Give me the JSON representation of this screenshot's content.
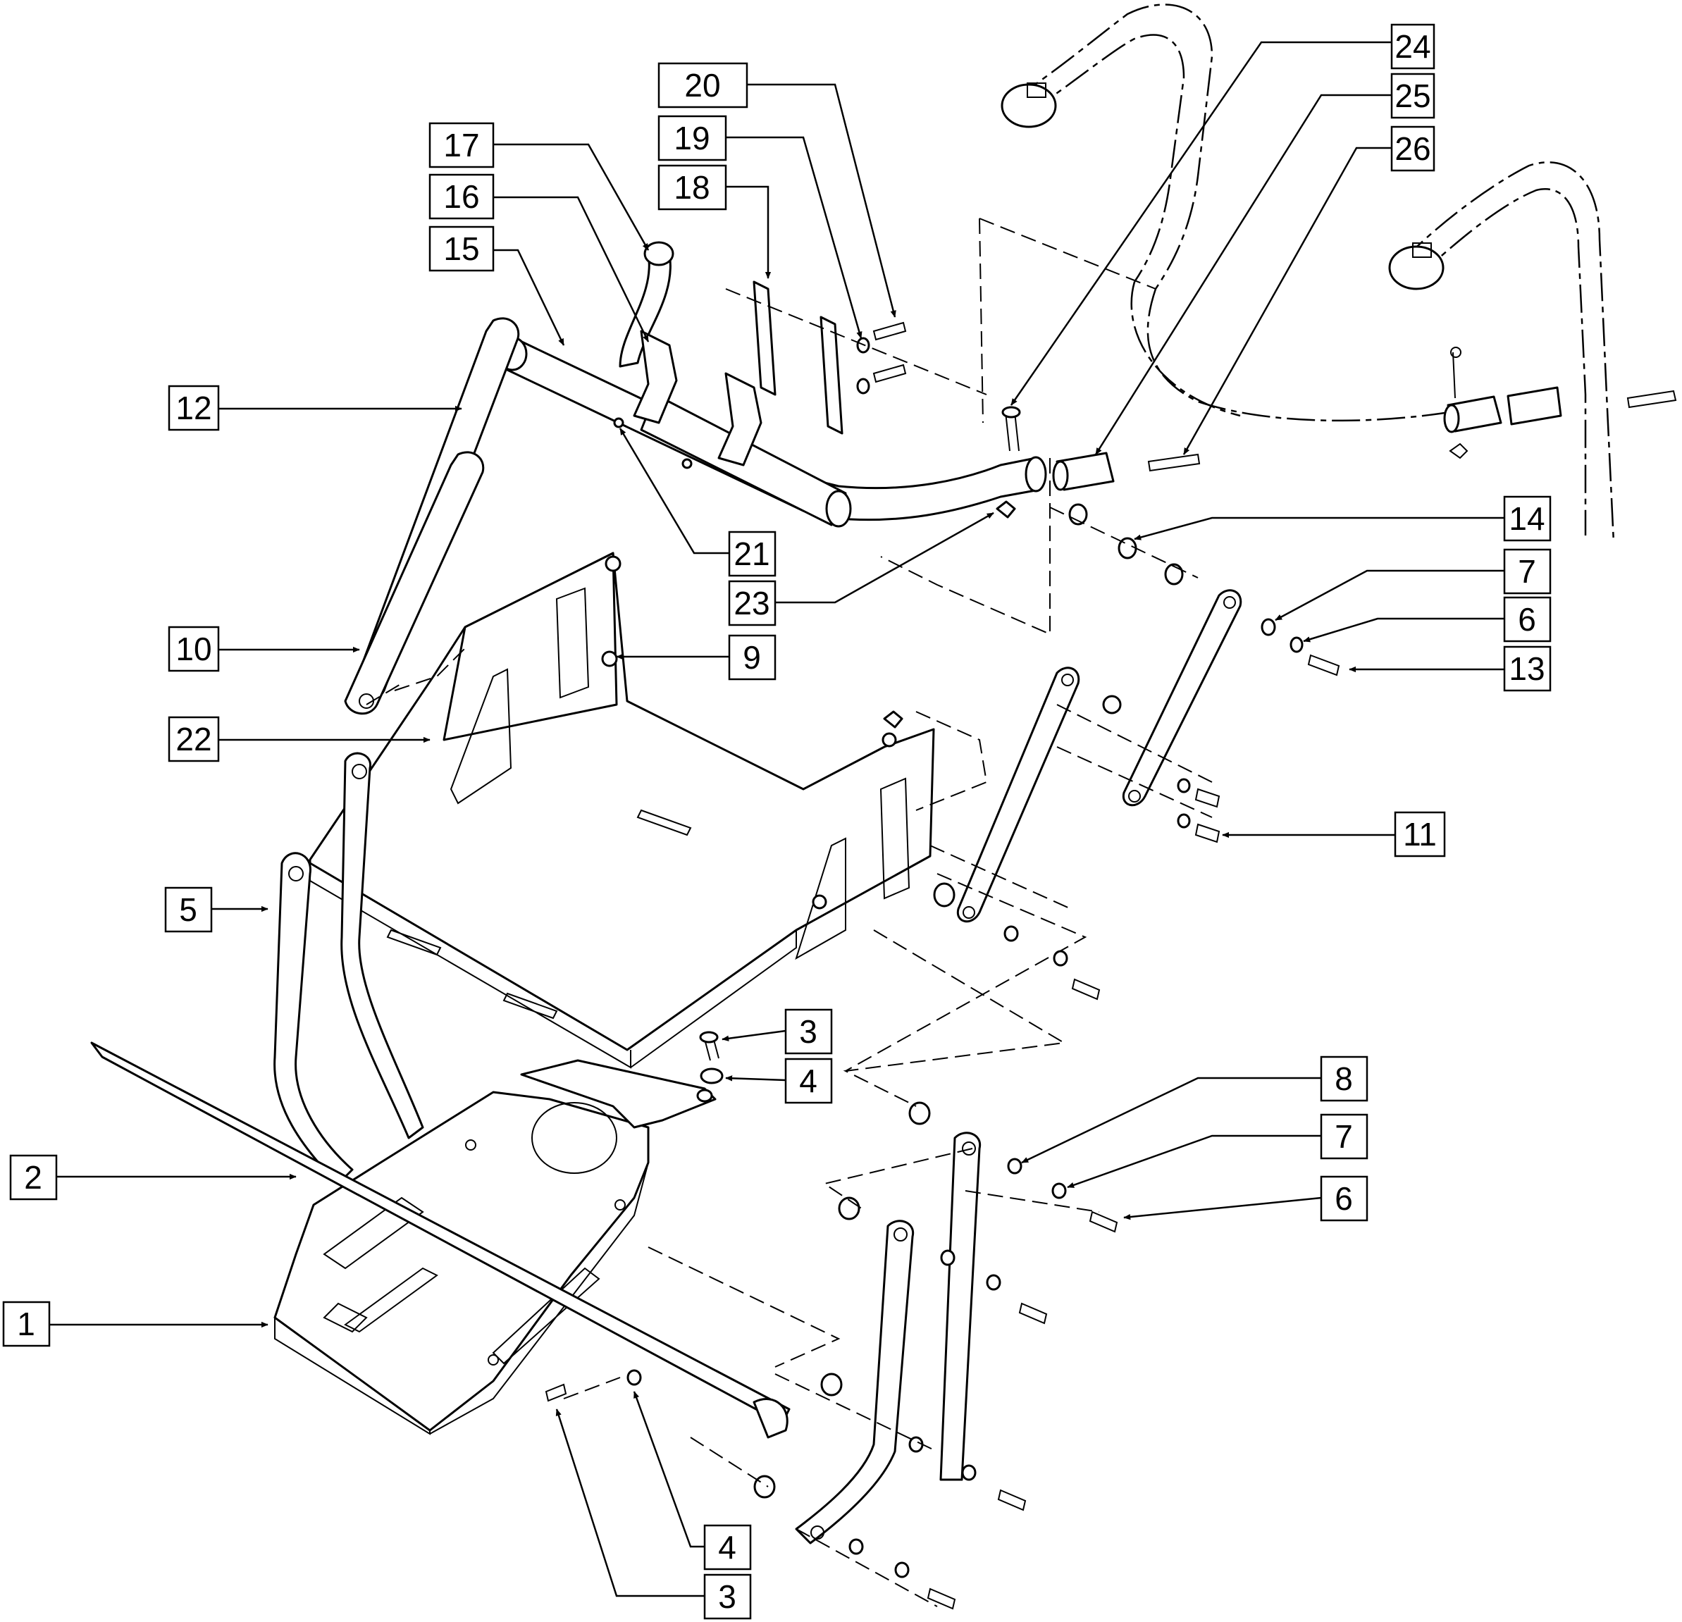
{
  "diagram": {
    "callouts": [
      {
        "id": "c24",
        "label": "24"
      },
      {
        "id": "c25",
        "label": "25"
      },
      {
        "id": "c26",
        "label": "26"
      },
      {
        "id": "c20",
        "label": "20"
      },
      {
        "id": "c19",
        "label": "19"
      },
      {
        "id": "c18",
        "label": "18"
      },
      {
        "id": "c17",
        "label": "17"
      },
      {
        "id": "c16",
        "label": "16"
      },
      {
        "id": "c15",
        "label": "15"
      },
      {
        "id": "c12",
        "label": "12"
      },
      {
        "id": "c14",
        "label": "14"
      },
      {
        "id": "c7a",
        "label": "7"
      },
      {
        "id": "c6a",
        "label": "6"
      },
      {
        "id": "c13",
        "label": "13"
      },
      {
        "id": "c21",
        "label": "21"
      },
      {
        "id": "c23",
        "label": "23"
      },
      {
        "id": "c10",
        "label": "10"
      },
      {
        "id": "c9",
        "label": "9"
      },
      {
        "id": "c22",
        "label": "22"
      },
      {
        "id": "c11",
        "label": "11"
      },
      {
        "id": "c5",
        "label": "5"
      },
      {
        "id": "c3a",
        "label": "3"
      },
      {
        "id": "c4a",
        "label": "4"
      },
      {
        "id": "c8",
        "label": "8"
      },
      {
        "id": "c7b",
        "label": "7"
      },
      {
        "id": "c6b",
        "label": "6"
      },
      {
        "id": "c2",
        "label": "2"
      },
      {
        "id": "c1",
        "label": "1"
      },
      {
        "id": "c4b",
        "label": "4"
      },
      {
        "id": "c3b",
        "label": "3"
      }
    ]
  }
}
